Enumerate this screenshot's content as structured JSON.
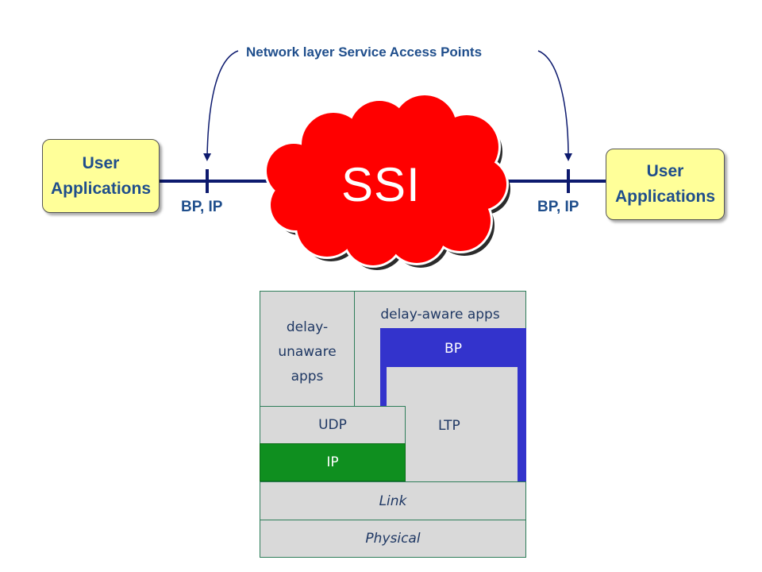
{
  "top": {
    "sap_label": "Network layer Service Access Points",
    "left_app": {
      "line1": "User",
      "line2": "Applications"
    },
    "right_app": {
      "line1": "User",
      "line2": "Applications"
    },
    "left_bp_ip": "BP, IP",
    "right_bp_ip": "BP, IP",
    "cloud_label": "SSI"
  },
  "stack": {
    "delay_unaware": {
      "line1": "delay-",
      "line2": "unaware",
      "line3": "apps"
    },
    "delay_aware": "delay-aware apps",
    "bp": "BP",
    "ltp": "LTP",
    "udp": "UDP",
    "ip": "IP",
    "link": "Link",
    "physical": "Physical"
  },
  "colors": {
    "line": "#0d1a6e",
    "cloud": "#ff0000",
    "app_box": "#ffff99",
    "bp_layer": "#3333cc",
    "ip_layer": "#0f8f1f",
    "layer_gray": "#d9d9d9"
  }
}
